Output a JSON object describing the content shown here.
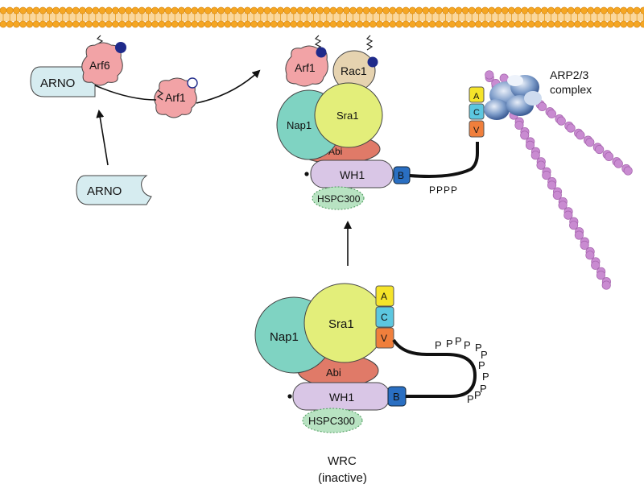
{
  "membrane": {
    "color": "#f5a623"
  },
  "colors": {
    "arno": "#d6ecf0",
    "arf": "#f2a3a6",
    "rac": "#e6d3b0",
    "nap": "#7fd3c2",
    "sra": "#e3ee7a",
    "abi": "#e07a68",
    "wh1": "#d9c6e6",
    "hspc": "#b8e3c2",
    "b_domain": "#2a6fc2",
    "a_domain": "#f5e42a",
    "c_domain": "#5cc7e0",
    "v_domain": "#f07f3c",
    "gtp": "#1f2a8a",
    "actin": "#c98bd1",
    "arp": "#5b7fb6"
  },
  "labels": {
    "arno_membrane": "ARNO",
    "arno_free": "ARNO",
    "arf6": "Arf6",
    "arf1_moving": "Arf1",
    "arf1_active": "Arf1",
    "rac1": "Rac1",
    "nap1_active": "Nap1",
    "sra1_active": "Sra1",
    "abi_active": "Abi",
    "wh1_active": "WH1",
    "hspc_active": "HSPC300",
    "b_active": "B",
    "a_active": "A",
    "c_active": "C",
    "v_active": "V",
    "pppp_active": "PPPP",
    "arp_line1": "ARP2/3",
    "arp_line2": "complex",
    "nap1_inactive": "Nap1",
    "sra1_inactive": "Sra1",
    "abi_inactive": "Abi",
    "wh1_inactive": "WH1",
    "hspc_inactive": "HSPC300",
    "b_inactive": "B",
    "a_inactive": "A",
    "c_inactive": "C",
    "v_inactive": "V",
    "pro_rich": [
      "P",
      "P",
      "P",
      "P",
      "P",
      "P",
      "P",
      "P",
      "P",
      "P",
      "P"
    ],
    "wrc_title": "WRC",
    "wrc_state": "(inactive)"
  }
}
